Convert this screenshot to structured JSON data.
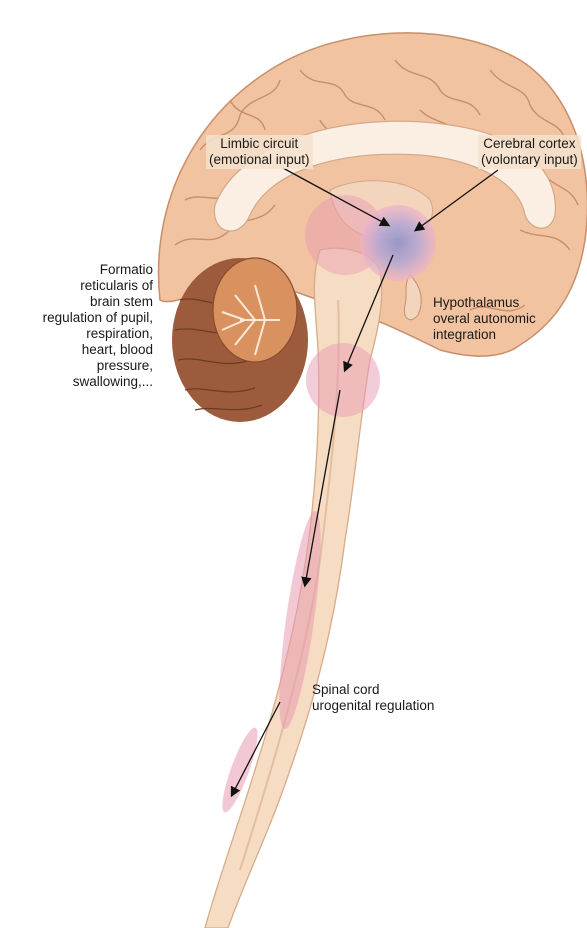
{
  "labels": {
    "limbic": [
      "Limbic circuit",
      "(emotional input)"
    ],
    "cortex": [
      "Cerebral cortex",
      "(volontary input)"
    ],
    "formatio": [
      "Formatio",
      "reticularis of",
      "brain stem",
      "regulation of pupil,",
      "respiration,",
      "heart, blood",
      "pressure,",
      "swallowing,..."
    ],
    "hypothalamus": [
      "Hypothalamus",
      "overal autonomic",
      "integration"
    ],
    "spinal": [
      "Spinal cord",
      "urogenital regulation"
    ]
  },
  "colors": {
    "brain": "#f1c3a0",
    "gyrus_line": "#c98e6a",
    "cerebellum": "#9c5b3c",
    "highlight": "#e89ab3",
    "hypothalamus_center": "#9a9ccf",
    "cord": "#f6dcc2"
  }
}
